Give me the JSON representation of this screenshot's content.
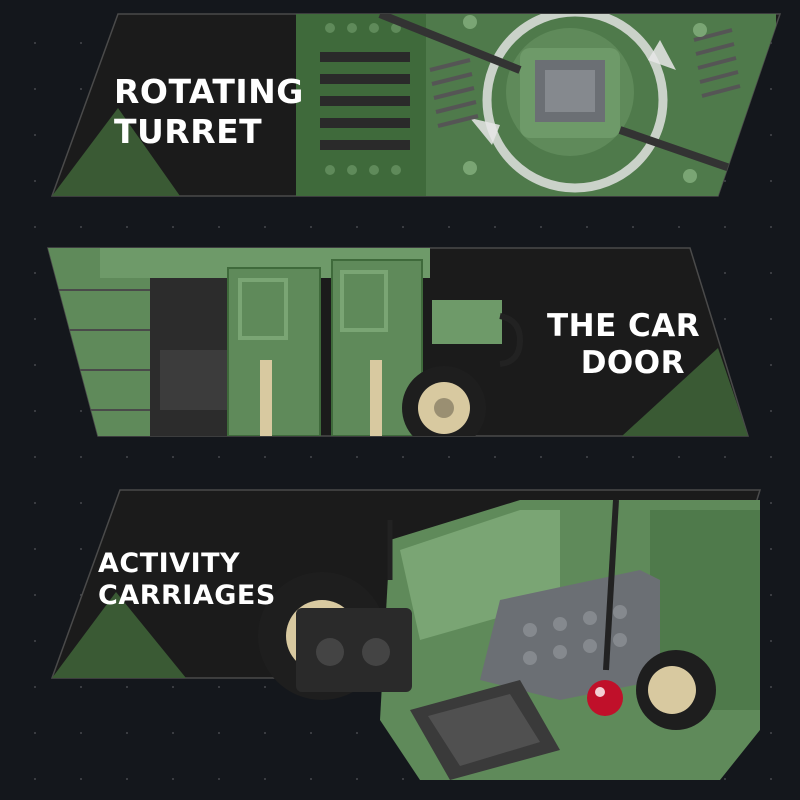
{
  "colors": {
    "background": "#14171c",
    "panel_dark": "#1b1b1b",
    "accent_green": "#3a5a34",
    "lego_green": "#5f8a5a",
    "lego_green_light": "#7aa574",
    "lego_green_dark": "#3f6a3b",
    "lego_gray": "#6b6f74",
    "tan": "#d8c9a0",
    "tail_light": "#c0102a",
    "text": "#ffffff"
  },
  "panels": [
    {
      "id": "turret",
      "label_line1": "ROTATING",
      "label_line2": "TURRET"
    },
    {
      "id": "door",
      "label_line1": "THE CAR",
      "label_line2": "DOOR"
    },
    {
      "id": "carriages",
      "label_line1": "ACTIVITY",
      "label_line2": "CARRIAGES"
    }
  ]
}
